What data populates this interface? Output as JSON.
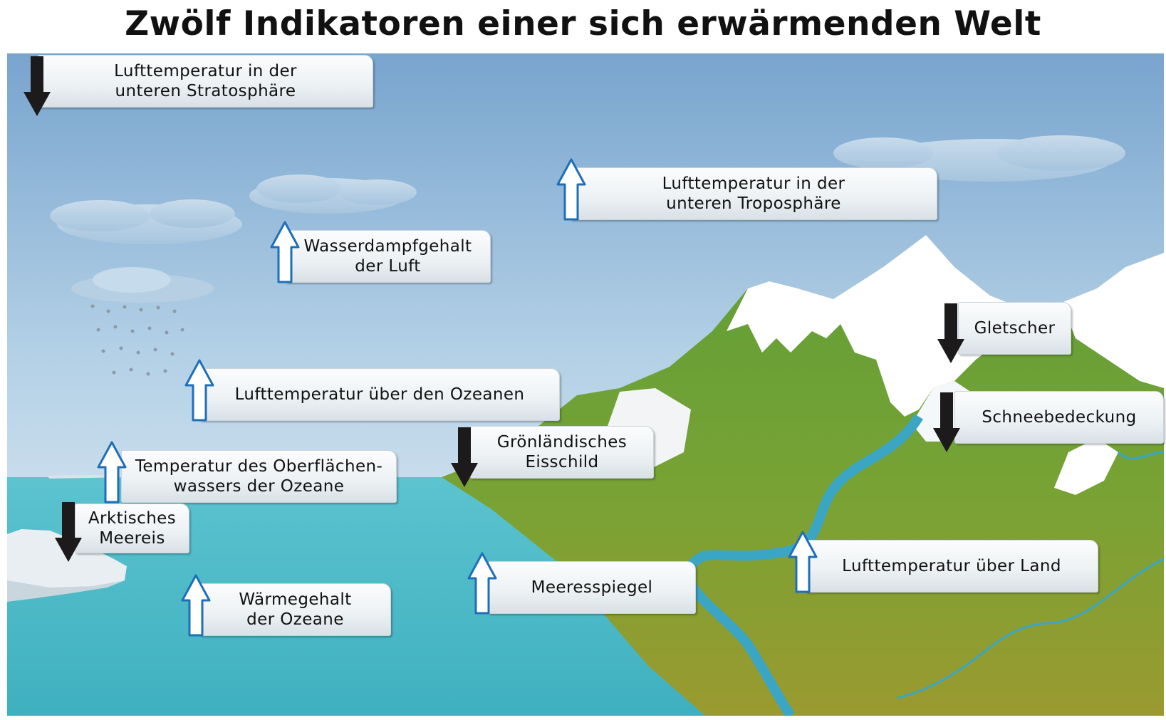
{
  "title": "Zwölf Indikatoren einer sich erwärmenden Welt",
  "colors": {
    "sky_top": "#7aa6cf",
    "sky_bottom": "#e9f1f5",
    "ocean": "#52bcc9",
    "land_green": "#66a23a",
    "land_olive": "#8f9a34",
    "snow": "#ffffff",
    "river": "#3aa6c4",
    "arrow_up_outline": "#1e6fb8",
    "arrow_down_fill": "#1c1a1a"
  },
  "indicators": [
    {
      "id": "stratosphere",
      "label": "Lufttemperatur in der\nunteren Stratosphäre",
      "trend": "down"
    },
    {
      "id": "troposphere",
      "label": "Lufttemperatur in der\nunteren Troposphäre",
      "trend": "up"
    },
    {
      "id": "water-vapour",
      "label": "Wasserdampfgehalt\nder Luft",
      "trend": "up"
    },
    {
      "id": "glaciers",
      "label": "Gletscher",
      "trend": "down"
    },
    {
      "id": "air-over-oceans",
      "label": "Lufttemperatur über den Ozeanen",
      "trend": "up"
    },
    {
      "id": "snow-cover",
      "label": "Schneebedeckung",
      "trend": "down"
    },
    {
      "id": "greenland",
      "label": "Grönländisches\nEisschild",
      "trend": "down"
    },
    {
      "id": "sea-surface",
      "label": "Temperatur des Oberflächen-\nwassers der Ozeane",
      "trend": "up"
    },
    {
      "id": "arctic-sea-ice",
      "label": "Arktisches\nMeereis",
      "trend": "down"
    },
    {
      "id": "air-over-land",
      "label": "Lufttemperatur über Land",
      "trend": "up"
    },
    {
      "id": "sea-level",
      "label": "Meeresspiegel",
      "trend": "up"
    },
    {
      "id": "ocean-heat",
      "label": "Wärmegehalt\nder Ozeane",
      "trend": "up"
    }
  ]
}
